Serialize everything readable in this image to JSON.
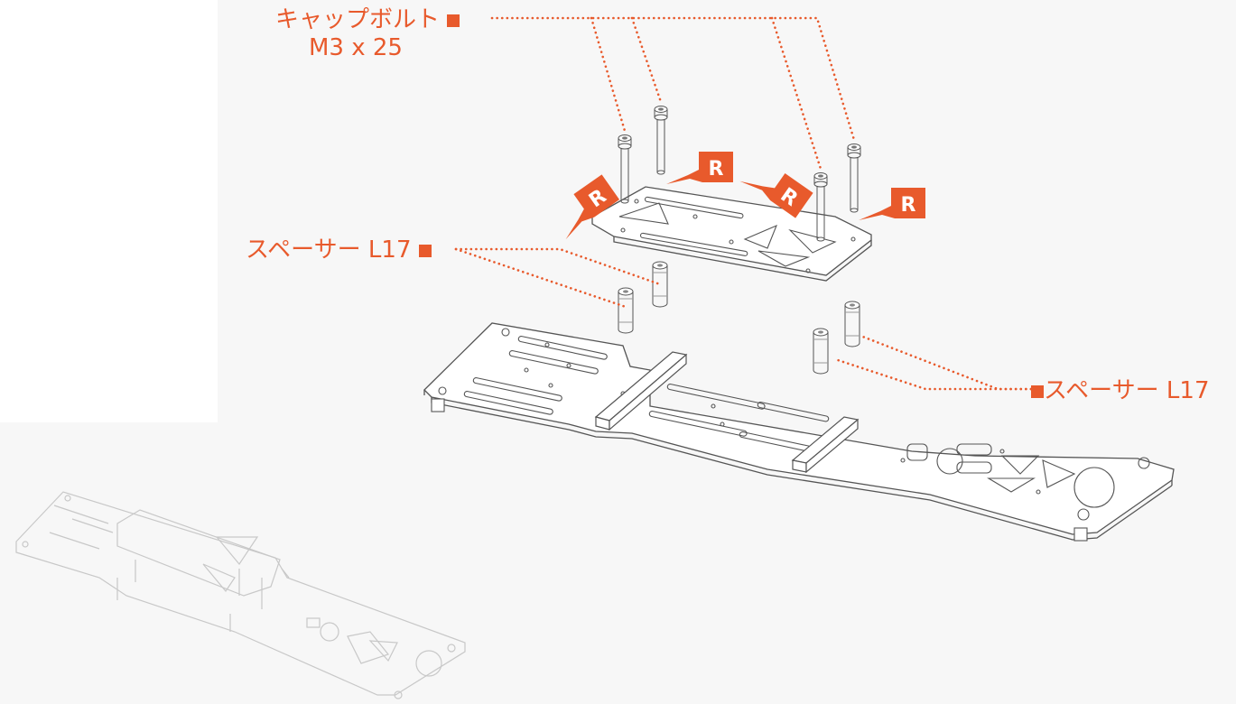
{
  "callouts": {
    "cap_bolt": {
      "label": "キャップボルト",
      "spec": "M3 x 25"
    },
    "spacer_left": {
      "label": "スペーサー L17"
    },
    "spacer_right": {
      "label": "スペーサー L17"
    }
  },
  "thread_lock_mark": "R",
  "colors": {
    "accent": "#e85a2c",
    "line": "#555555",
    "faint_line": "#c8c8c8",
    "background_panel": "#f7f7f7"
  }
}
